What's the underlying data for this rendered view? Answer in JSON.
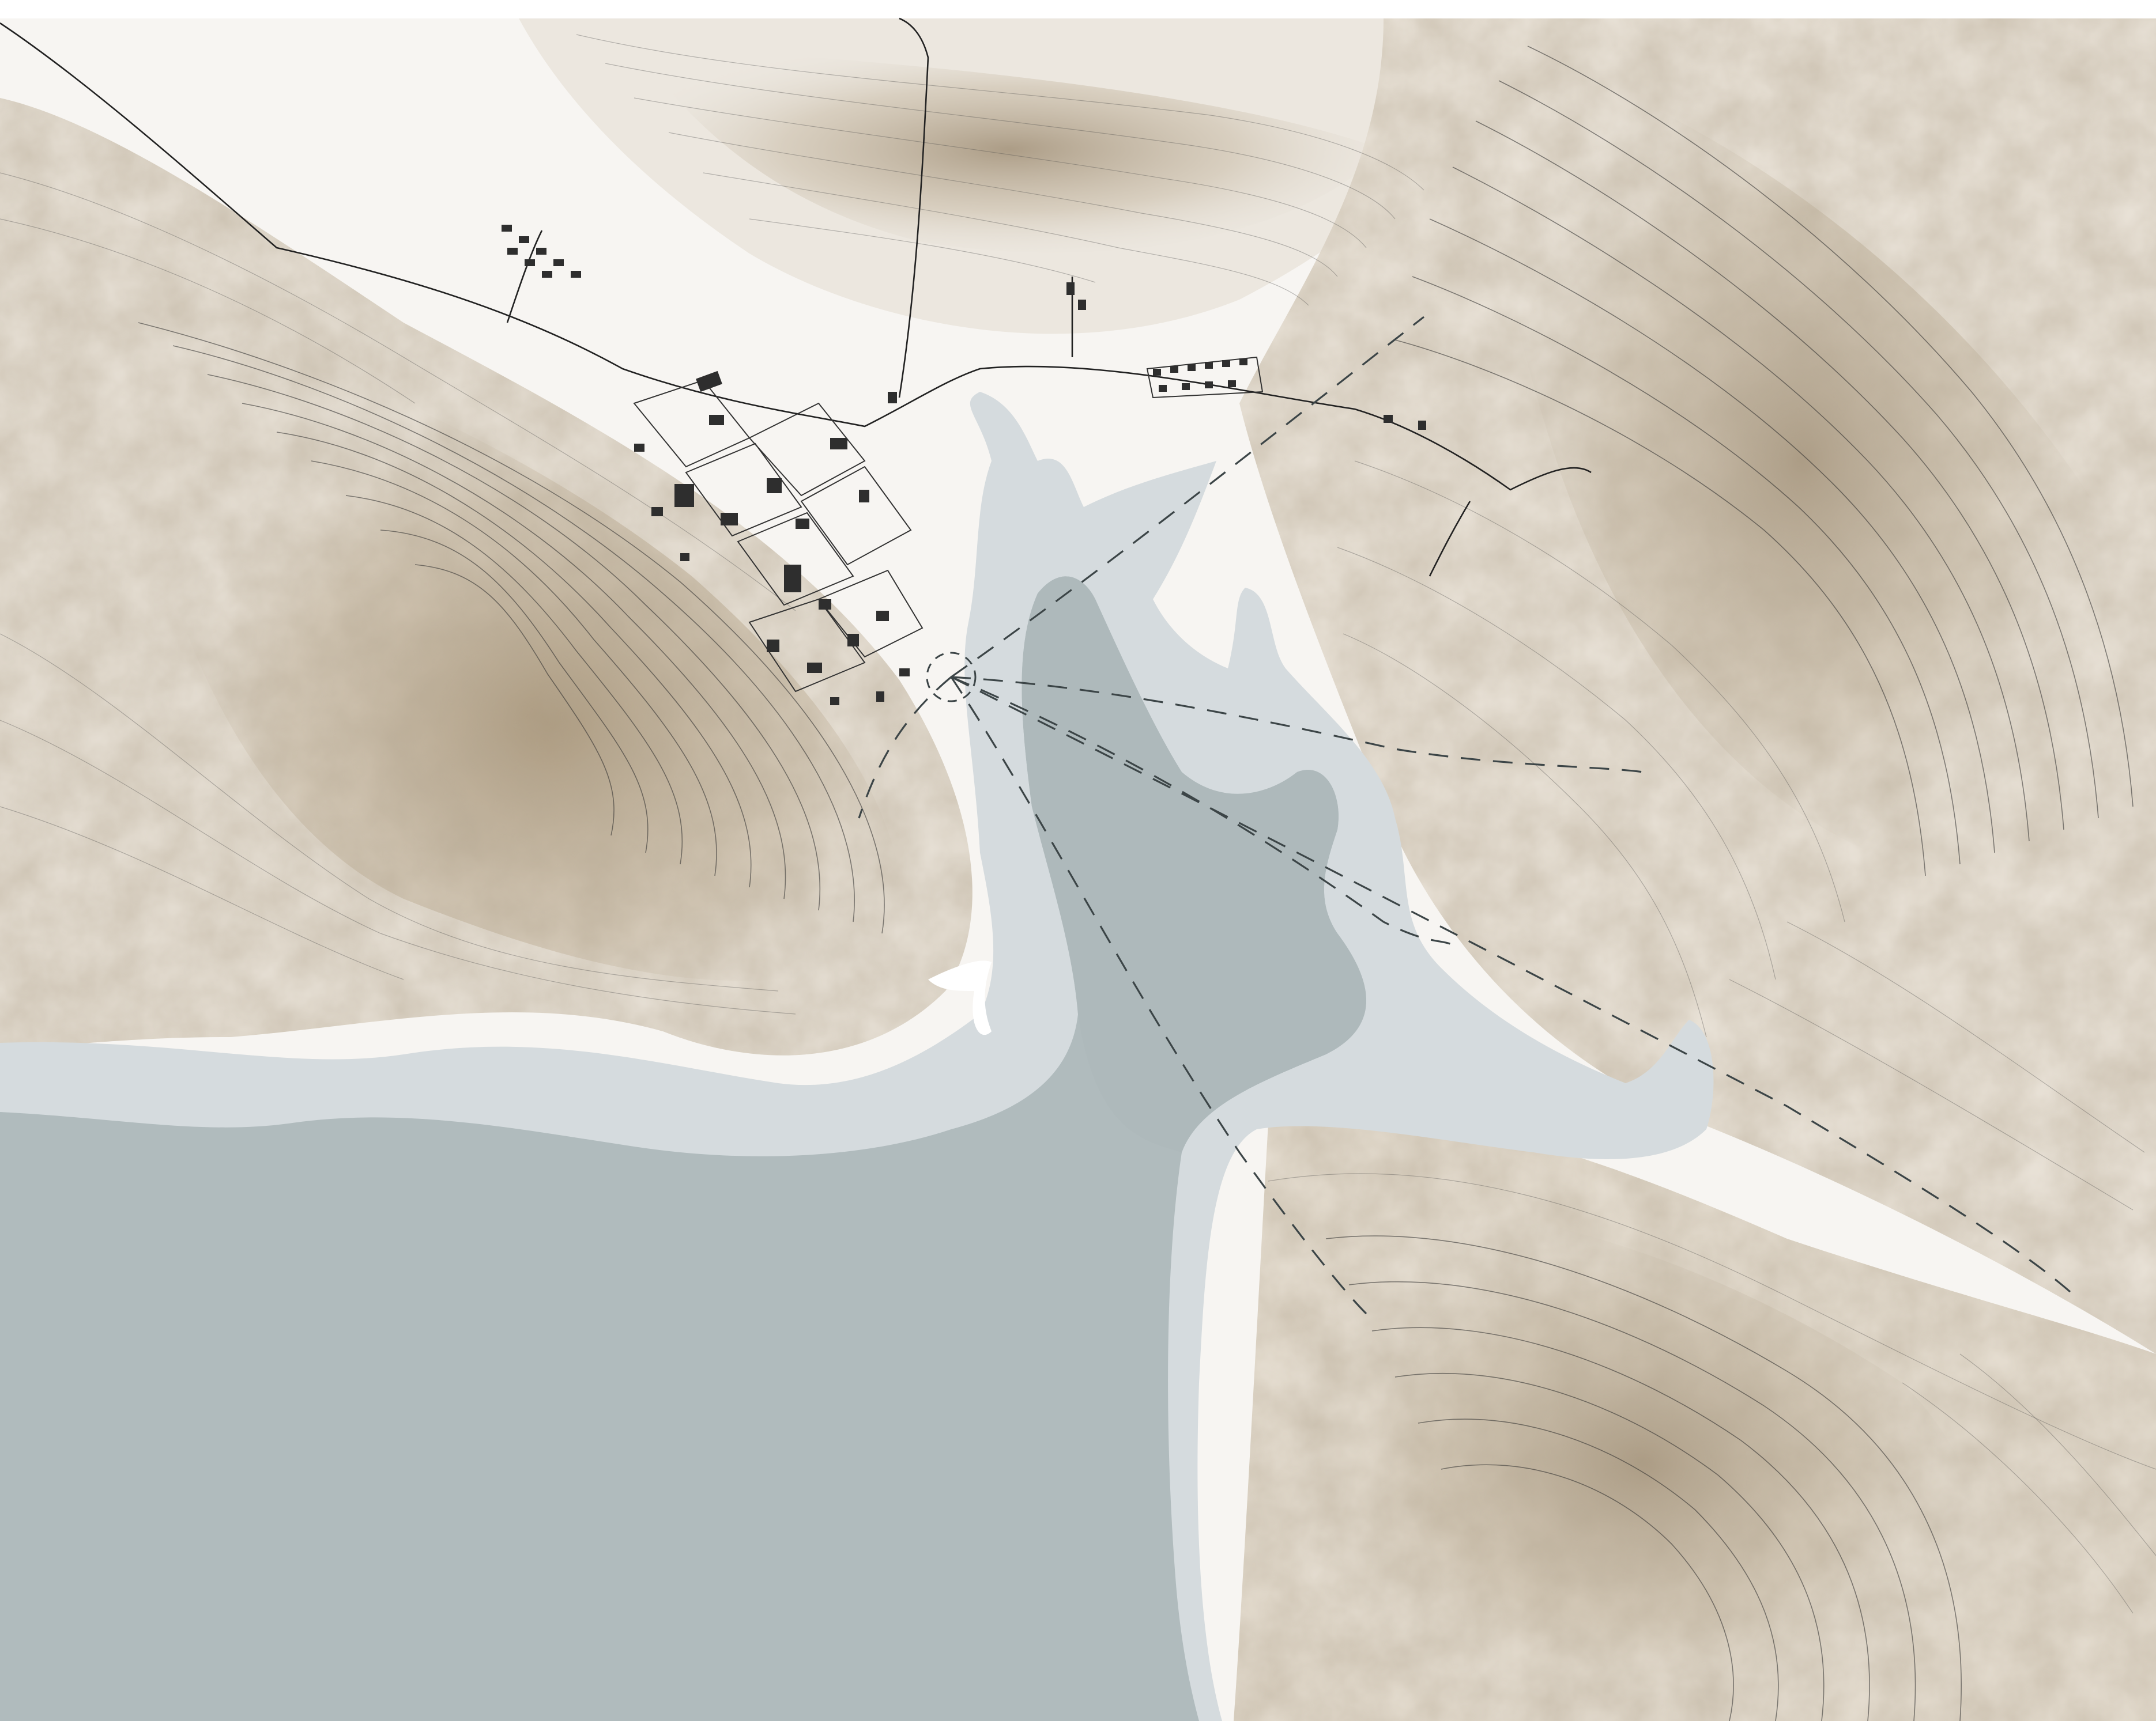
{
  "map": {
    "colors": {
      "paper": "#ffffff",
      "terrain_light": "#e9e4dc",
      "terrain_mid": "#c9bba6",
      "terrain_dark": "#9b8a73",
      "shallow_water": "#d5dbde",
      "deep_water": "#b0bbbd",
      "contour": "#2b2b2b",
      "settlement": "#2e2e2e",
      "sightline": "#3c4547"
    },
    "features": [
      "northwest-peninsula-ridge",
      "north-ridge",
      "east-ridge",
      "southeast-headland",
      "inner-bay",
      "outer-sea",
      "harbor-town",
      "north-hamlet",
      "east-hamlet",
      "sightline-viewpoint"
    ]
  }
}
